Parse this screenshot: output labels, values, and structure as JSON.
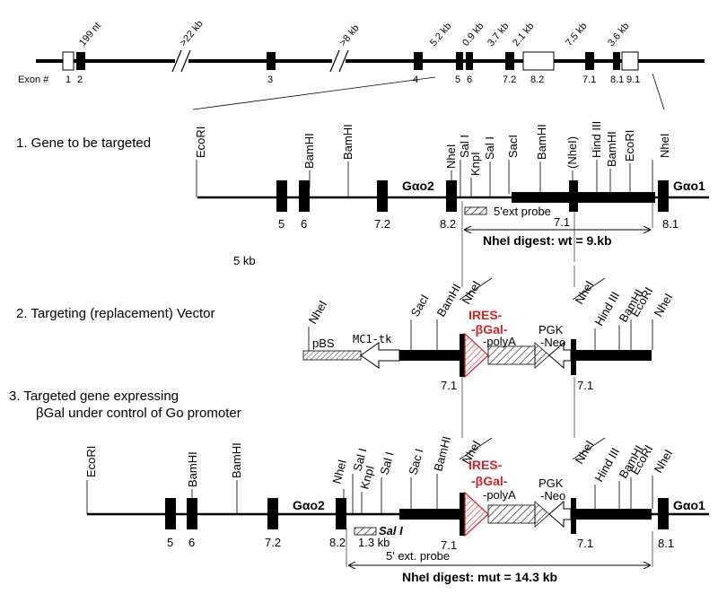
{
  "gene_map": {
    "intron_labels": [
      "199 nt",
      ">22 kb",
      ">8 kb",
      "5.2 kb",
      "0.9 kb",
      "3.7 kb",
      "2.1 kb",
      "7.5 kb",
      "3.6 kb"
    ],
    "exon_heading": "Exon #",
    "exon_numbers": [
      "1",
      "2",
      "3",
      "4",
      "5",
      "6",
      "7.2",
      "8.2",
      "7.1",
      "8.1",
      "9.1"
    ]
  },
  "section1": {
    "title": "1.  Gene to be targeted",
    "sites": [
      "EcoRI",
      "BamHI",
      "BamHI",
      "NheI",
      "Sal I",
      "KnpI",
      "Sal I",
      "SacI",
      "BamHI",
      "(NheI)",
      "Hind III",
      "BamHI",
      "EcoRI",
      "NheI"
    ],
    "gene_left": "Gαo2",
    "gene_right": "Gαo1",
    "exons": [
      "5",
      "6",
      "7.2",
      "8.2",
      "7.1",
      "8.1"
    ],
    "probe": "5'ext probe",
    "digest": "NheI digest: wt = 9.kb",
    "scale": "5 kb"
  },
  "section2": {
    "title": "2.  Targeting (replacement) Vector",
    "sites": [
      "NheI",
      "SacI",
      "BamHI",
      "NheI",
      "NheI",
      "Hind III",
      "BamHI",
      "EcoRI",
      "NheI"
    ],
    "pbs": "pBS",
    "mc1tk": "MC1-tk",
    "ires": "IRES-",
    "bgal": "-βGal-",
    "polya": "-polyA",
    "pgk": "PGK",
    "neo": "-Neo",
    "exons": [
      "7.1",
      "7.1"
    ]
  },
  "section3": {
    "title_line1": "3.  Targeted gene expressing",
    "title_line2": "βGal under control of Go promoter",
    "sites": [
      "EcoRI",
      "BamHI",
      "BamHI",
      "NheI",
      "Sal I",
      "KnpI",
      "Sal I",
      "Sac I",
      "BamHI",
      "NheI",
      "NheI",
      "Hind III",
      "BamHI",
      "EcoRI",
      "NheI"
    ],
    "gene_left": "Gαo2",
    "gene_right": "Gαo1",
    "exons": [
      "5",
      "6",
      "7.2",
      "8.2",
      "7.1",
      "7.1",
      "8.1"
    ],
    "ires": "IRES-",
    "bgal": "-βGal-",
    "polya": "-polyA",
    "pgk": "PGK",
    "neo": "-Neo",
    "sal_probe": "Sal I",
    "size": "1.3 kb",
    "probe": "5' ext. probe",
    "digest": "NheI digest: mut = 14.3 kb"
  }
}
